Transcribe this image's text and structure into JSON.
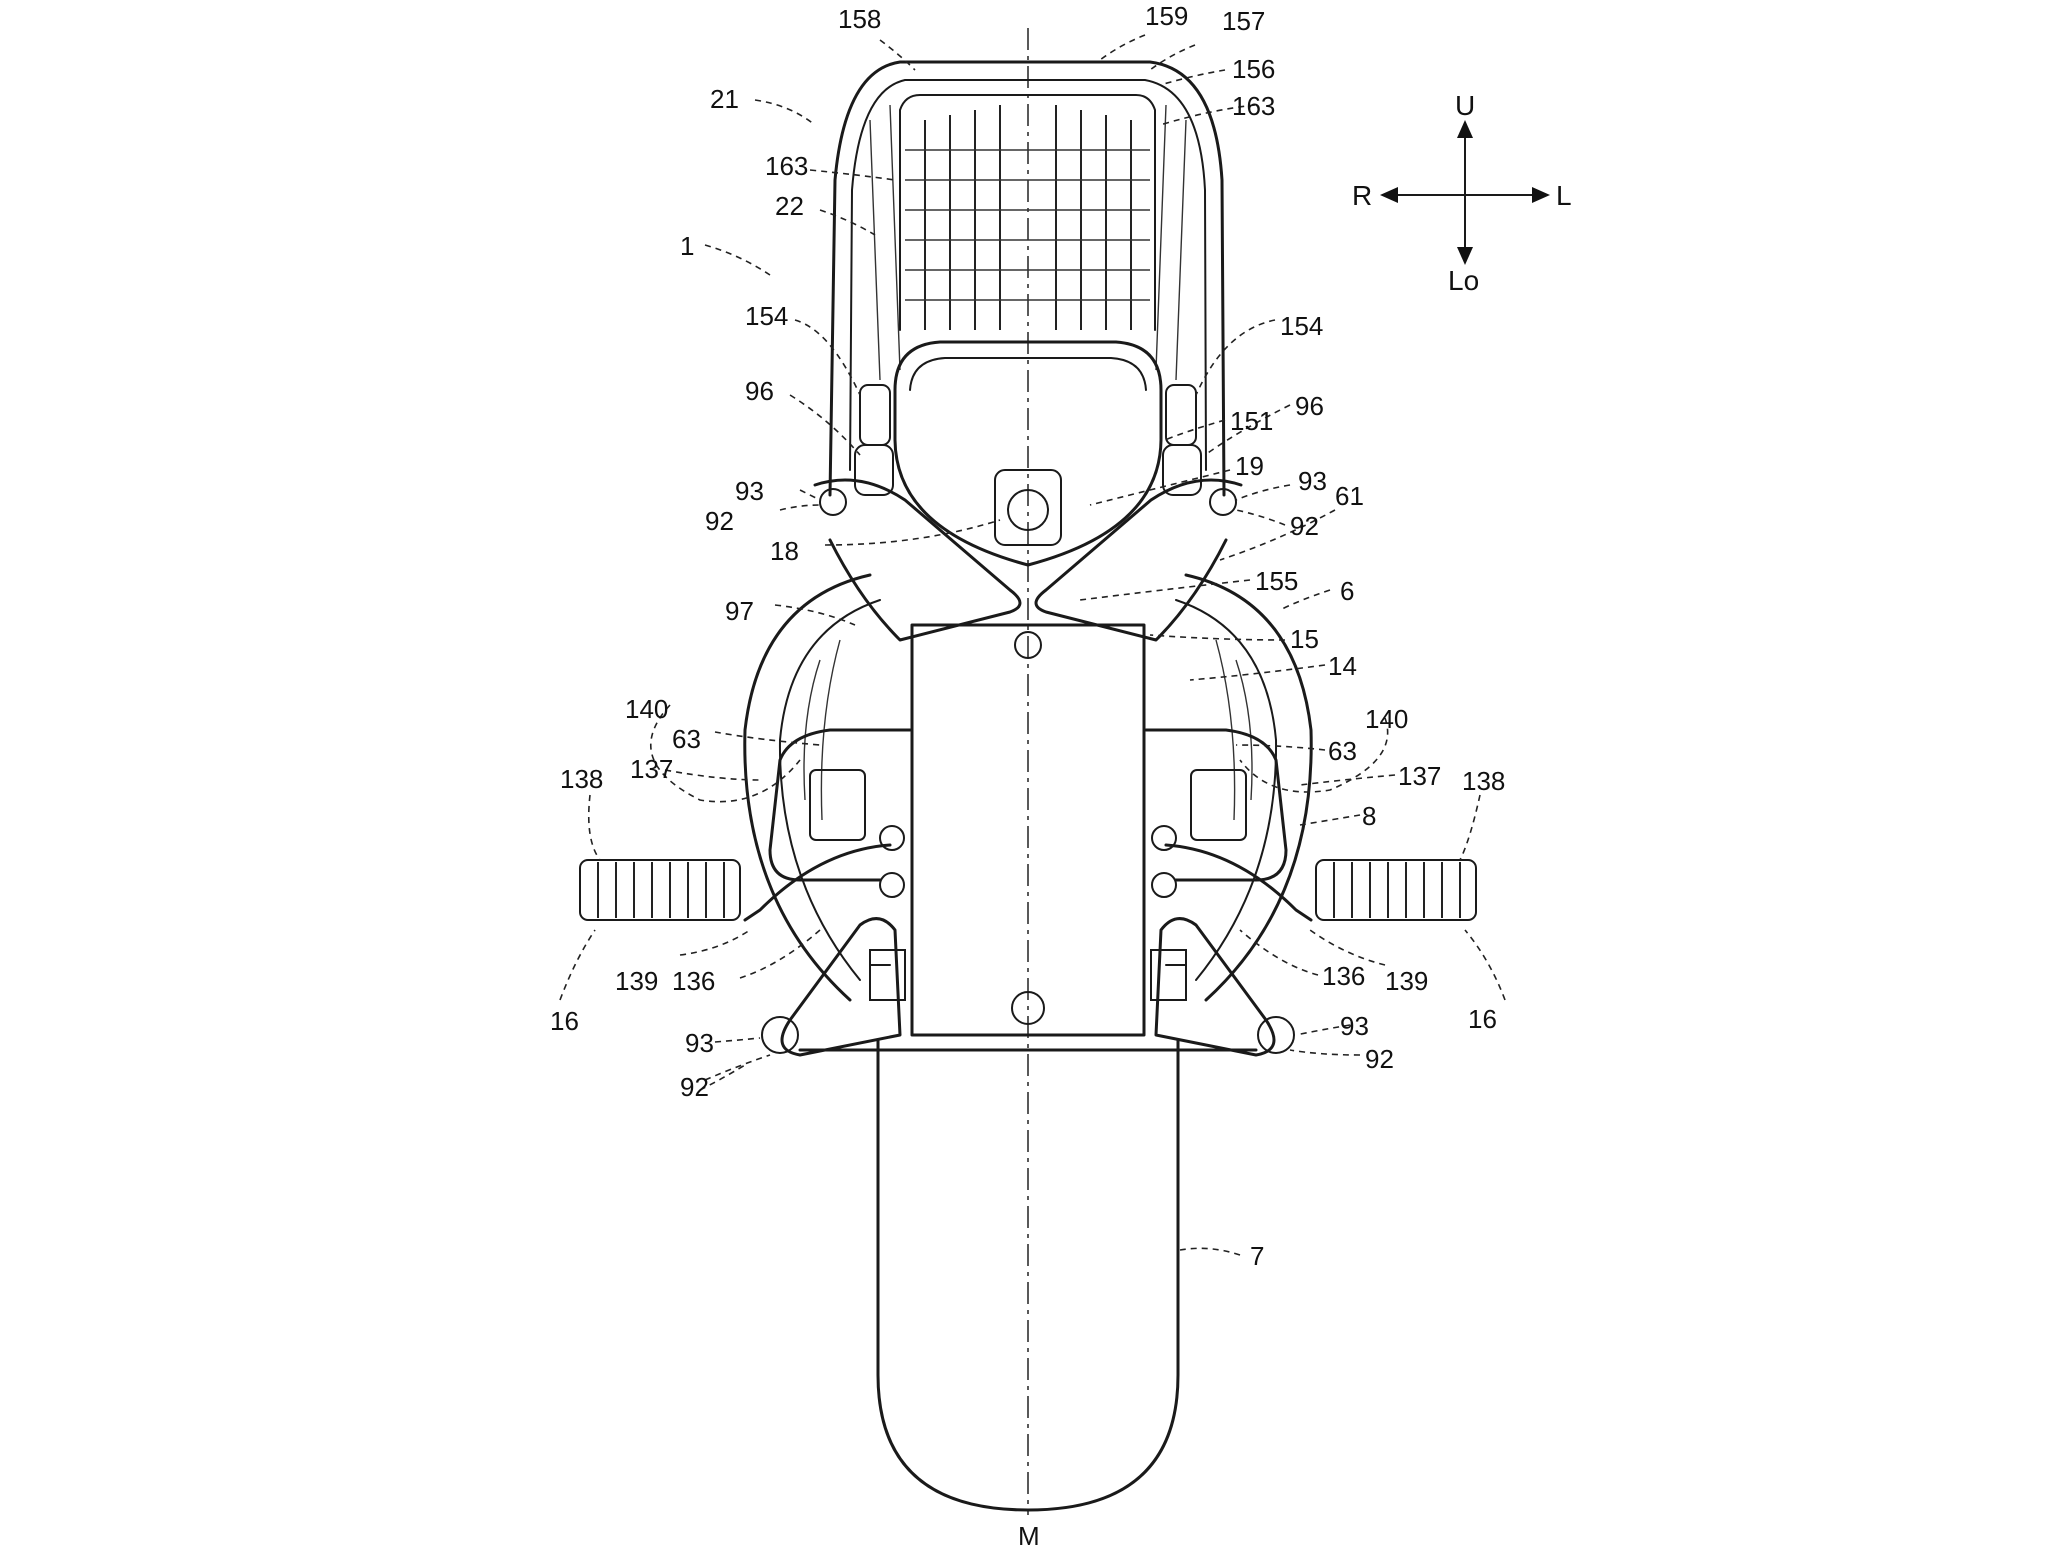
{
  "labels": [
    {
      "id": "l158",
      "text": "158"
    },
    {
      "id": "l159",
      "text": "159"
    },
    {
      "id": "l157",
      "text": "157"
    },
    {
      "id": "l156",
      "text": "156"
    },
    {
      "id": "l163a",
      "text": "163"
    },
    {
      "id": "l21",
      "text": "21"
    },
    {
      "id": "l163b",
      "text": "163"
    },
    {
      "id": "l22",
      "text": "22"
    },
    {
      "id": "l1",
      "text": "1"
    },
    {
      "id": "l154a",
      "text": "154"
    },
    {
      "id": "l154b",
      "text": "154"
    },
    {
      "id": "l96a",
      "text": "96"
    },
    {
      "id": "l151",
      "text": "151"
    },
    {
      "id": "l96b",
      "text": "96"
    },
    {
      "id": "l19",
      "text": "19"
    },
    {
      "id": "l93a",
      "text": "93"
    },
    {
      "id": "l93b",
      "text": "93"
    },
    {
      "id": "l92a",
      "text": "92"
    },
    {
      "id": "l92b",
      "text": "92"
    },
    {
      "id": "l61",
      "text": "61"
    },
    {
      "id": "l18",
      "text": "18"
    },
    {
      "id": "l155",
      "text": "155"
    },
    {
      "id": "l6",
      "text": "6"
    },
    {
      "id": "l97",
      "text": "97"
    },
    {
      "id": "l15",
      "text": "15"
    },
    {
      "id": "l14",
      "text": "14"
    },
    {
      "id": "l140a",
      "text": "140"
    },
    {
      "id": "l140b",
      "text": "140"
    },
    {
      "id": "l63a",
      "text": "63"
    },
    {
      "id": "l63b",
      "text": "63"
    },
    {
      "id": "l137a",
      "text": "137"
    },
    {
      "id": "l137b",
      "text": "137"
    },
    {
      "id": "l138a",
      "text": "138"
    },
    {
      "id": "l138b",
      "text": "138"
    },
    {
      "id": "l8",
      "text": "8"
    },
    {
      "id": "l139a",
      "text": "139"
    },
    {
      "id": "l136a",
      "text": "136"
    },
    {
      "id": "l136b",
      "text": "136"
    },
    {
      "id": "l139b",
      "text": "139"
    },
    {
      "id": "l16a",
      "text": "16"
    },
    {
      "id": "l16b",
      "text": "16"
    },
    {
      "id": "l93c",
      "text": "93"
    },
    {
      "id": "l93d",
      "text": "93"
    },
    {
      "id": "l92c",
      "text": "92"
    },
    {
      "id": "l92d",
      "text": "92"
    },
    {
      "id": "l7",
      "text": "7"
    },
    {
      "id": "lM",
      "text": "M"
    }
  ],
  "direction": {
    "up": "U",
    "down": "Lo",
    "left": "R",
    "right": "L"
  }
}
